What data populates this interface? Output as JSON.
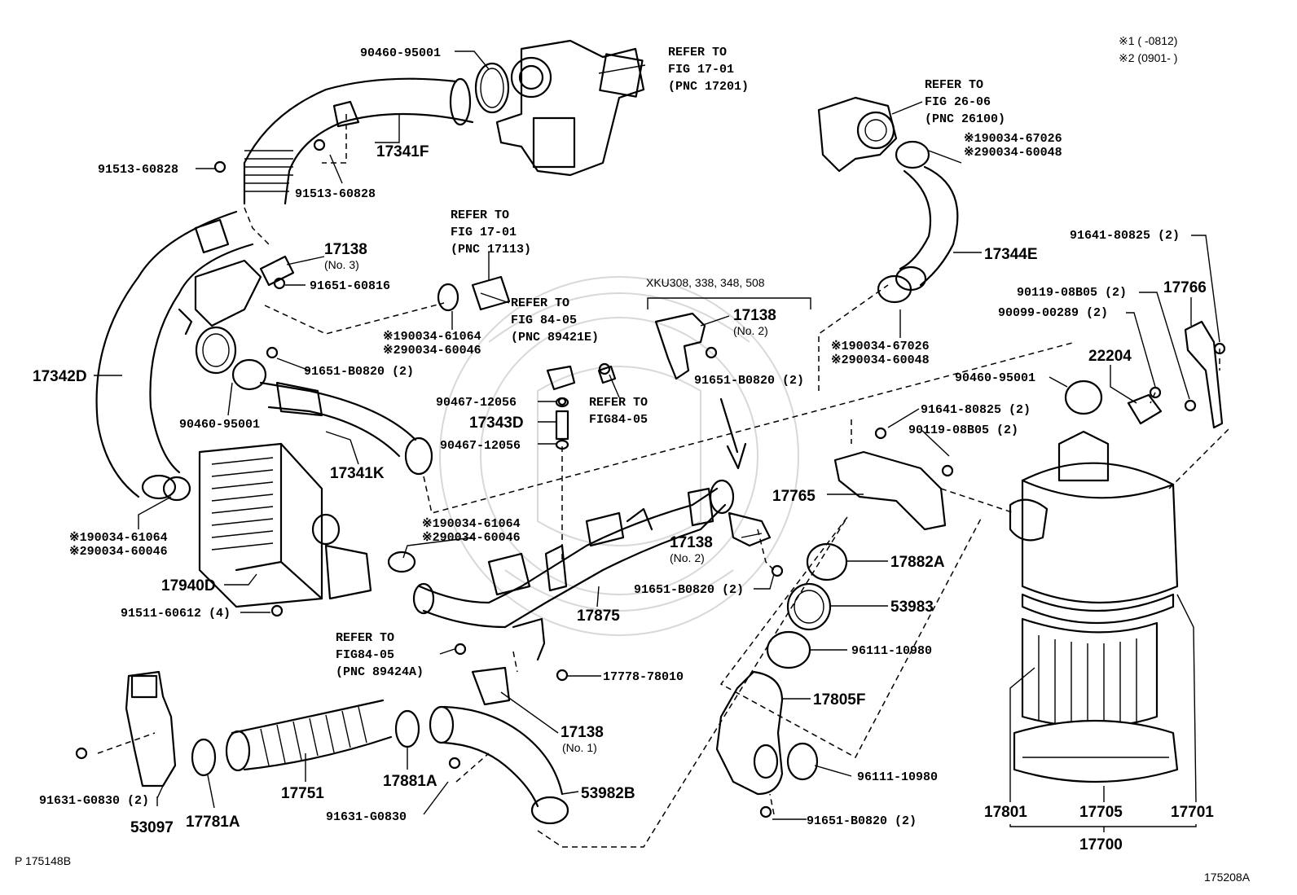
{
  "notes": [
    "※1 (      -0812)",
    "※2 (0901-      )"
  ],
  "labels": {
    "p_90460_top": "90460-95001",
    "ref_17201_a": "REFER TO",
    "ref_17201_b": "FIG 17-01",
    "ref_17201_c": "(PNC 17201)",
    "ref_26100_a": "REFER TO",
    "ref_26100_b": "FIG 26-06",
    "ref_26100_c": "(PNC 26100)",
    "p_190034_67026_top": "※190034-67026",
    "p_290034_60048_top": "※290034-60048",
    "p_17341F": "17341F",
    "p_91513_left": "91513-60828",
    "p_91513_mid": "91513-60828",
    "ref_17113_a": "REFER TO",
    "ref_17113_b": "FIG 17-01",
    "ref_17113_c": "(PNC 17113)",
    "p_17138_no3": "17138",
    "p_17138_no3_sub": "(No. 3)",
    "p_91651_60816": "91651-60816",
    "ref_89421_a": "REFER TO",
    "ref_89421_b": "FIG 84-05",
    "ref_89421_c": "(PNC 89421E)",
    "p_190034_61064_mid": "※190034-61064",
    "p_290034_60046_mid": "※290034-60046",
    "p_17344E": "17344E",
    "p_91641_top": "91641-80825 (2)",
    "p_90119_top": "90119-08B05 (2)",
    "p_90099": "90099-00289 (2)",
    "p_17766": "17766",
    "xku": "XKU308, 338, 348, 508",
    "p_17138_no2_top": "17138",
    "p_17138_no2_top_sub": "(No. 2)",
    "p_91651_b0820_xku": "91651-B0820 (2)",
    "p_190034_67026_mid": "※190034-67026",
    "p_290034_60048_mid": "※290034-60048",
    "p_17342D": "17342D",
    "p_91651_b0820_left": "91651-B0820 (2)",
    "p_90460_left": "90460-95001",
    "p_90467_top": "90467-12056",
    "ref_8405_a": "REFER TO",
    "ref_8405_b": "FIG84-05",
    "p_17343D": "17343D",
    "p_90467_bot": "90467-12056",
    "p_17341K": "17341K",
    "p_22204": "22204",
    "p_90460_right": "90460-95001",
    "p_91641_mid": "91641-80825 (2)",
    "p_90119_mid": "90119-08B05 (2)",
    "p_17765": "17765",
    "p_190034_61064_left": "※190034-61064",
    "p_290034_60046_left": "※290034-60046",
    "p_190034_61064_center": "※190034-61064",
    "p_290034_60046_center": "※290034-60046",
    "p_17138_no2_mid": "17138",
    "p_17138_no2_mid_sub": "(No. 2)",
    "p_91651_b0820_mid": "91651-B0820 (2)",
    "p_17882A": "17882A",
    "p_17940D": "17940D",
    "p_17875": "17875",
    "p_53983": "53983",
    "p_91511": "91511-60612 (4)",
    "ref_89424_a": "REFER TO",
    "ref_89424_b": "FIG84-05",
    "ref_89424_c": "(PNC 89424A)",
    "p_96111_top": "96111-10980",
    "p_17778": "17778-78010",
    "p_17805F": "17805F",
    "p_17138_no1": "17138",
    "p_17138_no1_sub": "(No. 1)",
    "p_96111_bot": "96111-10980",
    "p_91631_g0830_left": "91631-G0830 (2)",
    "p_17751": "17751",
    "p_17881A": "17881A",
    "p_53982B": "53982B",
    "p_91631_g0830_mid": "91631-G0830",
    "p_91651_b0820_bot": "91651-B0820 (2)",
    "p_53097": "53097",
    "p_17781A": "17781A",
    "p_17801": "17801",
    "p_17705": "17705",
    "p_17701": "17701",
    "p_17700": "17700"
  },
  "footer": {
    "left": "P 175148B",
    "right": "175208A"
  }
}
